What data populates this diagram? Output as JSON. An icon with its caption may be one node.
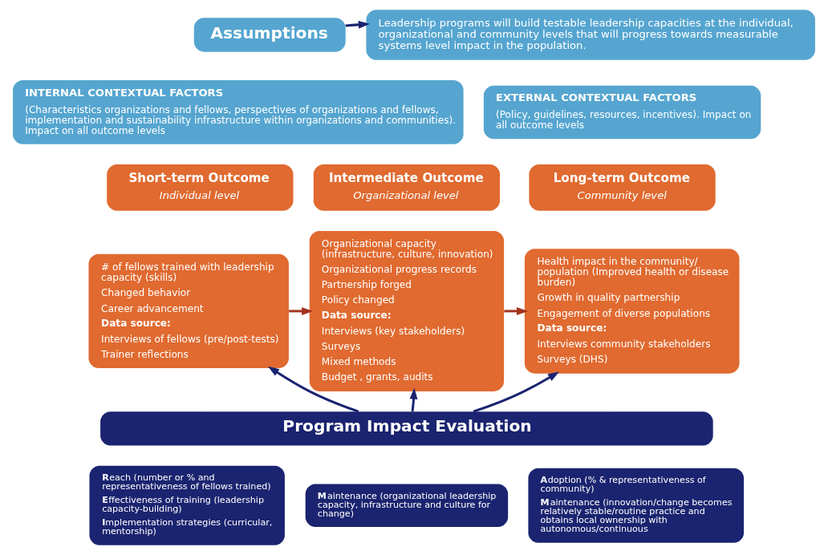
{
  "diagram": {
    "nodes": [
      {
        "text": [
          "Assumptions"
        ]
      },
      {
        "text": [
          "Leadership programs will build testable leadership capacities at the individual, organizational and community levels that will progress towards measurable systems level impact in the population."
        ]
      },
      {
        "text": [
          "INTERNAL CONTEXTUAL FACTORS",
          "(Characteristics organizations and fellows, perspectives of organizations and fellows, implementation and sustainability infrastructure within organizations and communities). Impact on all outcome levels"
        ]
      },
      {
        "text": [
          "EXTERNAL CONTEXTUAL FACTORS",
          "(Policy, guidelines, resources, incentives). Impact on all outcome levels"
        ]
      },
      {
        "text": [
          "Short-term Outcome",
          "Individual level"
        ]
      },
      {
        "text": [
          "# of fellows trained with leadership capacity (skills)",
          "Changed behavior",
          "Career advancement",
          "Data source:",
          "Interviews of fellows (pre/post-tests)",
          "Trainer reflections"
        ]
      },
      {
        "text": [
          "Intermediate Outcome",
          "Organizational level"
        ]
      },
      {
        "text": [
          "Organizational capacity (infrastructure, culture, innovation)",
          "Organizational progress records",
          "Partnership forged",
          "Policy changed",
          "Data source:",
          "Interviews (key stakeholders)",
          "Surveys",
          "Mixed methods",
          "Budget , grants, audits"
        ]
      },
      {
        "text": [
          "Long-term Outcome",
          "Community level"
        ]
      },
      {
        "text": [
          "Health impact in the community/ population (Improved health or disease burden)",
          "Growth in quality partnership",
          "Engagement of diverse populations",
          "Data source:",
          "Interviews community stakeholders",
          "Surveys (DHS)"
        ]
      },
      {
        "text": [
          "Program Impact Evaluation"
        ]
      },
      {
        "text": [
          "**R**each (number or % and representativeness of fellows trained)",
          "**E**ffectiveness of training (leadership capacity-building)",
          "**I**mplementation strategies (curricular, mentorship)"
        ]
      },
      {
        "text": [
          "**M**aintenance (organizational leadership capacity, infrastructure and culture for change)"
        ]
      },
      {
        "text": [
          "**A**doption (% & representativeness of community)",
          "**M**aintenance (innovation/change becomes relatively stable/routine practice and obtains local ownership with autonomous/continuous"
        ]
      }
    ],
    "edges": [
      {
        "from": 0,
        "to": 1,
        "arrow": "to"
      },
      {
        "from": 5,
        "to": 7,
        "arrow": "to",
        "color": "#a3341f"
      },
      {
        "from": 7,
        "to": 9,
        "arrow": "to",
        "color": "#a3341f"
      },
      {
        "from": 10,
        "to": 5,
        "arrow": "to"
      },
      {
        "from": 10,
        "to": 7,
        "arrow": "to"
      },
      {
        "from": 10,
        "to": 9,
        "arrow": "to"
      }
    ]
  }
}
